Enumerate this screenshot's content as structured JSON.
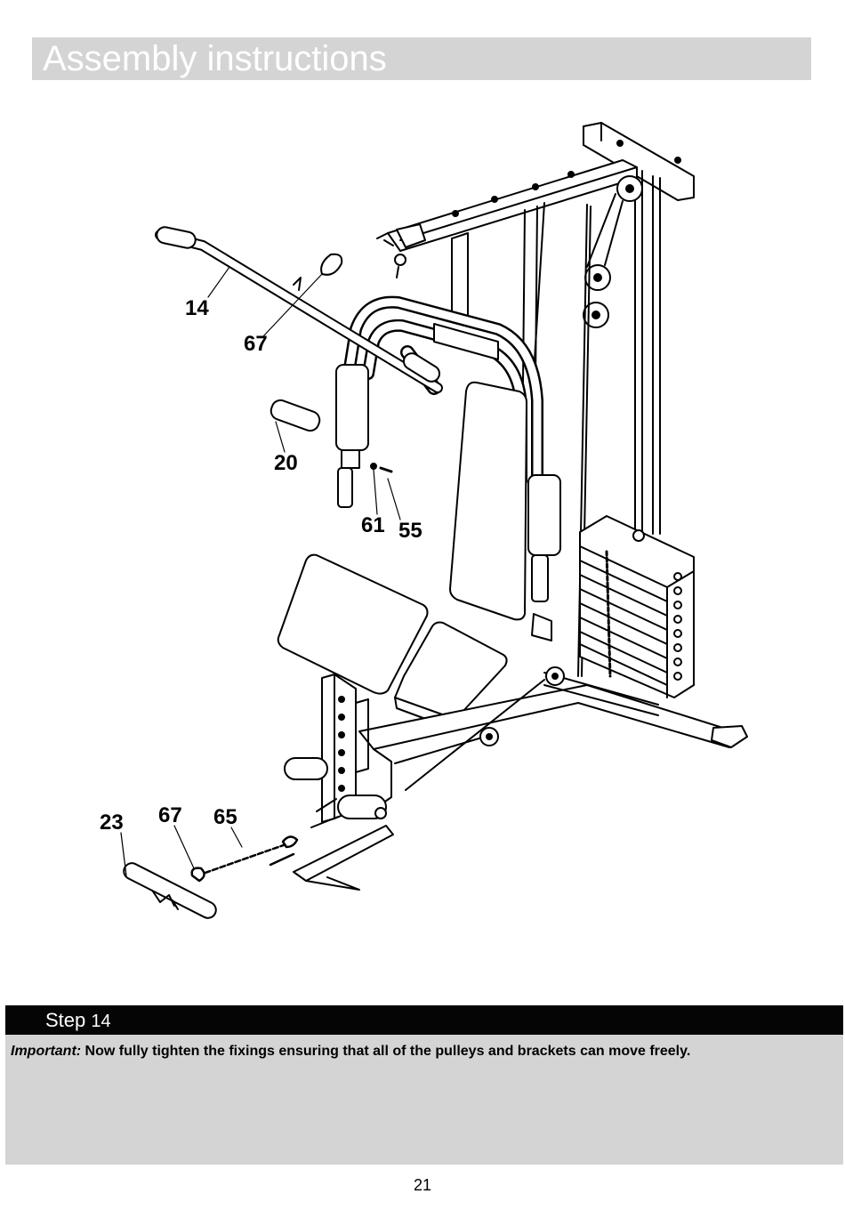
{
  "header": {
    "title": "Assembly instructions"
  },
  "diagram": {
    "labels": {
      "p14": "14",
      "p67a": "67",
      "p20": "20",
      "p61": "61",
      "p55": "55",
      "p23": "23",
      "p67b": "67",
      "p65": "65"
    }
  },
  "step": {
    "word": "Step",
    "number": "14"
  },
  "note": {
    "label": "Important:",
    "text": " Now fully tighten the fixings ensuring that all of the pulleys and brackets can move freely."
  },
  "footer": {
    "page_number": "21"
  }
}
